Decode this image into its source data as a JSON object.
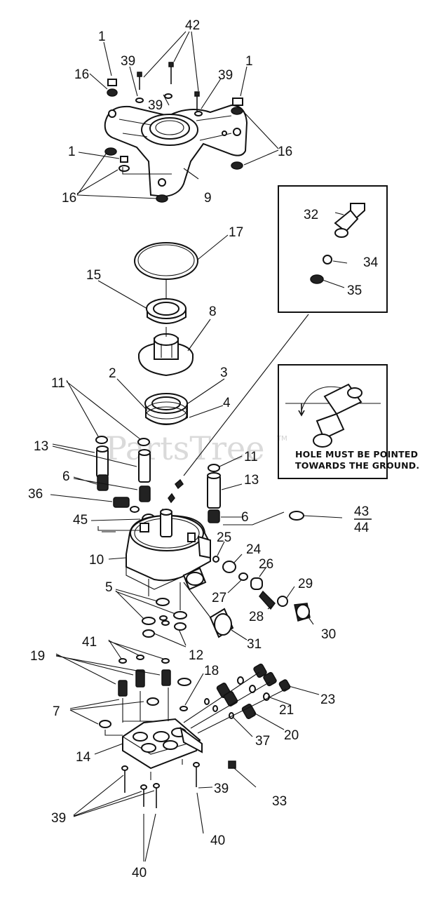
{
  "watermark": {
    "text": "PartsTree",
    "tm": "TM"
  },
  "note": {
    "line1": "HOLE MUST BE POINTED",
    "line2": "TOWARDS THE GROUND."
  },
  "callouts": {
    "c42": "42",
    "c1a": "1",
    "c39a": "39",
    "c16a": "16",
    "c39b": "39",
    "c39c": "39",
    "c1b": "1",
    "c1c": "1",
    "c16b": "16",
    "c16c": "16",
    "c9": "9",
    "c32": "32",
    "c34": "34",
    "c35": "35",
    "c17": "17",
    "c15": "15",
    "c8": "8",
    "c2": "2",
    "c3": "3",
    "c4": "4",
    "c11a": "11",
    "c13a": "13",
    "c6a": "6",
    "c36": "36",
    "c45": "45",
    "c11b": "11",
    "c13b": "13",
    "c6b": "6",
    "c43": "43",
    "c44": "44",
    "c10": "10",
    "c25": "25",
    "c24": "24",
    "c26": "26",
    "c27": "27",
    "c28": "28",
    "c29": "29",
    "c30": "30",
    "c5": "5",
    "c12": "12",
    "c31": "31",
    "c41": "41",
    "c19": "19",
    "c18": "18",
    "c7": "7",
    "c23": "23",
    "c21": "21",
    "c20": "20",
    "c37": "37",
    "c14": "14",
    "c39d": "39",
    "c33": "33",
    "c39e": "39",
    "c40a": "40",
    "c40b": "40"
  }
}
